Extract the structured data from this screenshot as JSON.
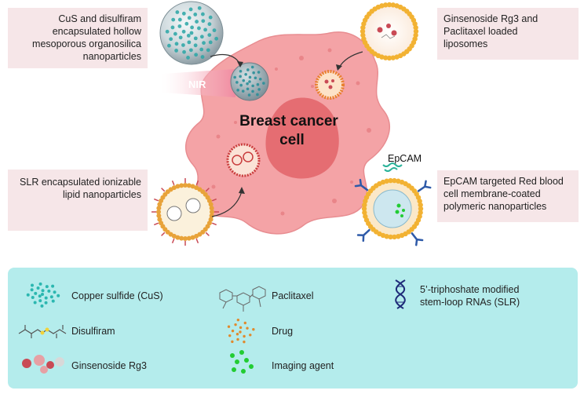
{
  "callouts": {
    "top_left": [
      "CuS and disulfiram",
      "encapsulated hollow",
      "mesoporous organosilica",
      "nanoparticles"
    ],
    "top_right": [
      "Ginsenoside Rg3 and",
      "Paclitaxel loaded",
      "liposomes"
    ],
    "mid_left": [
      "SLR encapsulated ionizable",
      "lipid nanoparticles"
    ],
    "mid_right": [
      "EpCAM targeted Red blood",
      "cell membrane-coated",
      "polymeric nanoparticles"
    ]
  },
  "cell": {
    "title_line1": "Breast cancer",
    "title_line2": "cell"
  },
  "nir_label": "NIR",
  "epcam_label": "EpCAM",
  "legend": {
    "cus": "Copper sulfide (CuS)",
    "disulfiram": "Disulfiram",
    "rg3": "Ginsenoside Rg3",
    "paclitaxel": "Paclitaxel",
    "drug": "Drug",
    "imaging": "Imaging agent",
    "slr_line1": "5’-triphoshate modified",
    "slr_line2": "stem-loop RNAs (SLR)"
  },
  "colors": {
    "cell_body": "#f4a3a6",
    "nucleus": "#e46b6f",
    "callout_bg": "#f6e6e8",
    "legend_bg": "#b4ecec",
    "cus_dots": "#2bb7b0",
    "drug_dots": "#e08a2e",
    "imaging_dots": "#22cc33",
    "lipid_heads": "#f2b233",
    "dna": "#1e2a78"
  }
}
